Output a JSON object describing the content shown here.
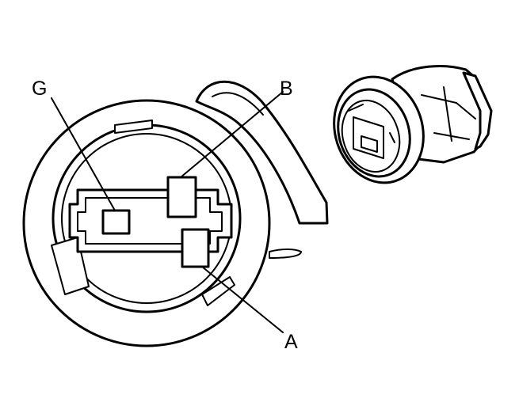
{
  "labels": {
    "g": "G",
    "b": "B",
    "a": "A"
  }
}
